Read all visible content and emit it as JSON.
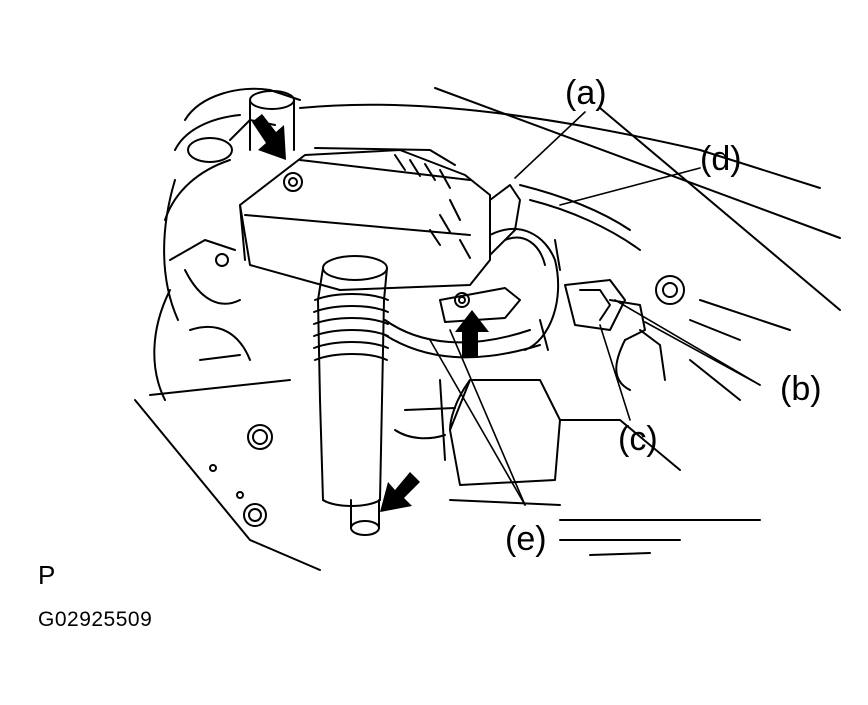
{
  "labels": {
    "a": "(a)",
    "b": "(b)",
    "c": "(c)",
    "d": "(d)",
    "e": "(e)"
  },
  "corner_mark": "P",
  "figure_code": "G02925509",
  "colors": {
    "ink": "#000000",
    "paper": "#ffffff"
  }
}
